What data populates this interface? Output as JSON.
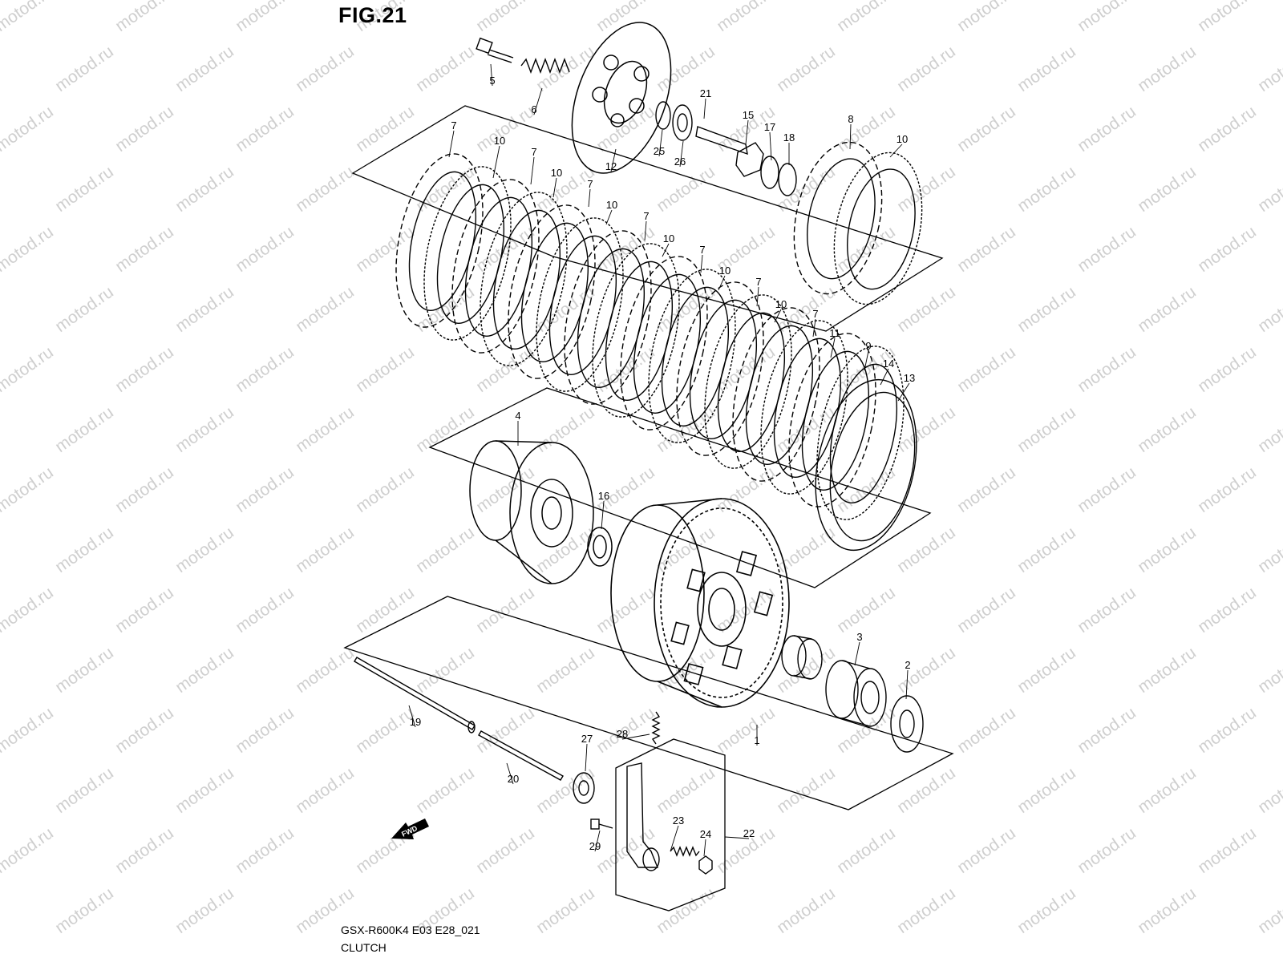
{
  "figure": {
    "title": "FIG.21",
    "model_code": "GSX-R600K4 E03 E28_021",
    "section_name": "CLUTCH",
    "watermark": "motod.ru",
    "forward_arrow_label": "FWD"
  },
  "callouts": [
    {
      "id": "c5",
      "label": "5"
    },
    {
      "id": "c6",
      "label": "6"
    },
    {
      "id": "c12",
      "label": "12"
    },
    {
      "id": "c21",
      "label": "21"
    },
    {
      "id": "c25",
      "label": "25"
    },
    {
      "id": "c26",
      "label": "26"
    },
    {
      "id": "c15",
      "label": "15"
    },
    {
      "id": "c17",
      "label": "17"
    },
    {
      "id": "c18",
      "label": "18"
    },
    {
      "id": "c8",
      "label": "8"
    },
    {
      "id": "c10a",
      "label": "10"
    },
    {
      "id": "c7a",
      "label": "7"
    },
    {
      "id": "c10b",
      "label": "10"
    },
    {
      "id": "c7b",
      "label": "7"
    },
    {
      "id": "c10c",
      "label": "10"
    },
    {
      "id": "c7c",
      "label": "7"
    },
    {
      "id": "c10d",
      "label": "10"
    },
    {
      "id": "c7d",
      "label": "7"
    },
    {
      "id": "c10e",
      "label": "10"
    },
    {
      "id": "c7e",
      "label": "7"
    },
    {
      "id": "c10f",
      "label": "10"
    },
    {
      "id": "c7f",
      "label": "7"
    },
    {
      "id": "c10g",
      "label": "10"
    },
    {
      "id": "c7g",
      "label": "7"
    },
    {
      "id": "c11",
      "label": "11"
    },
    {
      "id": "c9",
      "label": "9"
    },
    {
      "id": "c14",
      "label": "14"
    },
    {
      "id": "c13",
      "label": "13"
    },
    {
      "id": "c4",
      "label": "4"
    },
    {
      "id": "c16",
      "label": "16"
    },
    {
      "id": "c3",
      "label": "3"
    },
    {
      "id": "c2",
      "label": "2"
    },
    {
      "id": "c1",
      "label": "1"
    },
    {
      "id": "c19",
      "label": "19"
    },
    {
      "id": "c20",
      "label": "20"
    },
    {
      "id": "c27",
      "label": "27"
    },
    {
      "id": "c28",
      "label": "28"
    },
    {
      "id": "c23",
      "label": "23"
    },
    {
      "id": "c24",
      "label": "24"
    },
    {
      "id": "c22",
      "label": "22"
    },
    {
      "id": "c29",
      "label": "29"
    }
  ]
}
